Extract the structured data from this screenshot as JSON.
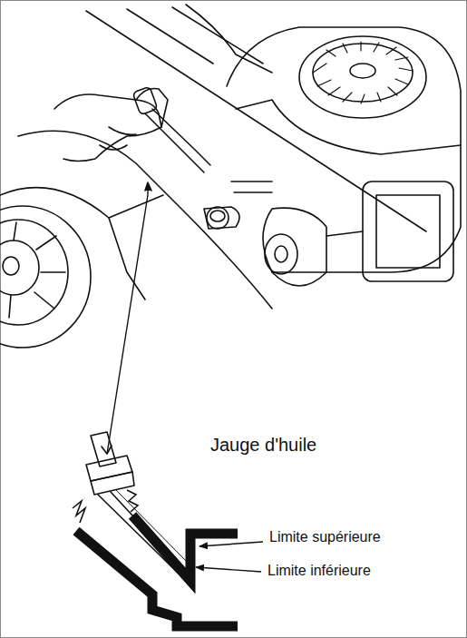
{
  "diagram": {
    "labels": [
      "Jauge d'huile",
      "Limite supérieure",
      "Limite inférieure"
    ]
  }
}
